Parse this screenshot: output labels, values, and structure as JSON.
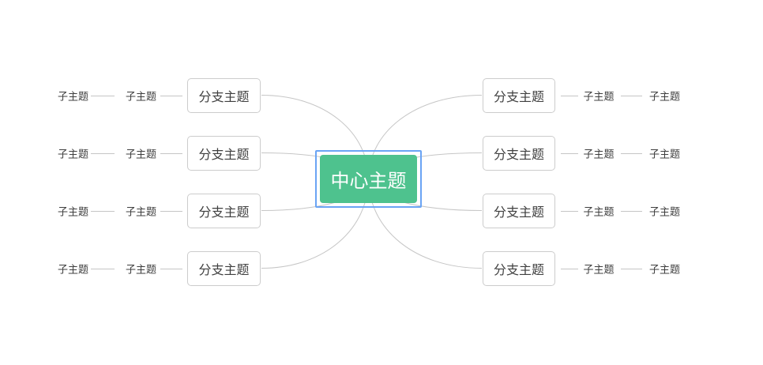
{
  "central_topic": {
    "label": "中心主题",
    "selected": true
  },
  "branches": {
    "left": [
      {
        "label": "分支主题",
        "children": [
          "子主题",
          "子主题"
        ]
      },
      {
        "label": "分支主题",
        "children": [
          "子主题",
          "子主题"
        ]
      },
      {
        "label": "分支主题",
        "children": [
          "子主题",
          "子主题"
        ]
      },
      {
        "label": "分支主题",
        "children": [
          "子主题",
          "子主题"
        ]
      }
    ],
    "right": [
      {
        "label": "分支主题",
        "children": [
          "子主题",
          "子主题"
        ]
      },
      {
        "label": "分支主题",
        "children": [
          "子主题",
          "子主题"
        ]
      },
      {
        "label": "分支主题",
        "children": [
          "子主题",
          "子主题"
        ]
      },
      {
        "label": "分支主题",
        "children": [
          "子主题",
          "子主题"
        ]
      }
    ]
  },
  "colors": {
    "canvas_bg": "#ffffff",
    "central_fill": "#4ec28e",
    "central_text": "#ffffff",
    "selection_outline": "#6aa4f4",
    "branch_fill": "#ffffff",
    "branch_border": "#cccccc",
    "branch_text": "#3f3f3f",
    "sub_text": "#3f3f3f",
    "connector": "#c6c6c6"
  }
}
